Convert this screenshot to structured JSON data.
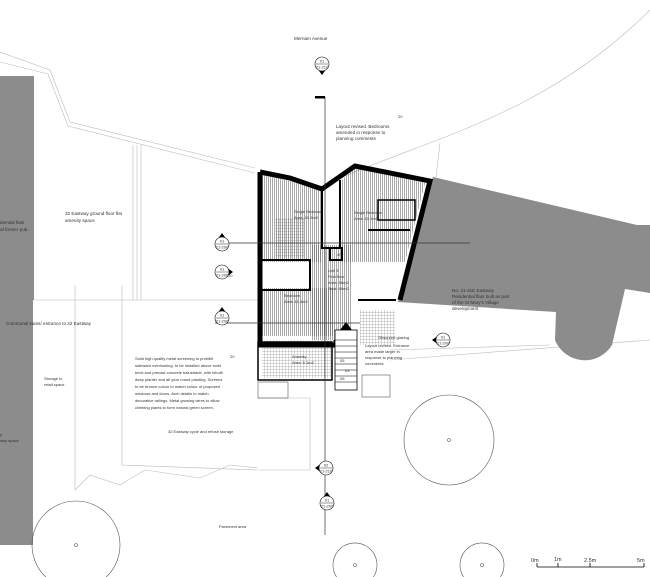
{
  "colors": {
    "neighbour_building": "#8c8c8c",
    "walls": "#000000",
    "linework": "#555555"
  },
  "labels": {
    "road": "Merriam Avenue",
    "layout_note_top": [
      "Layout revised. Bedrooms",
      "amended in response to",
      "planning comments"
    ],
    "amenity_left": [
      "32 Eastway ground floor flat",
      "amenity space"
    ],
    "left_flats": [
      "idential flats",
      "of former pub."
    ],
    "communal": "Communal stairs/ entrance to 32 Eastway",
    "neighbour": [
      "No. 21-31E Eastway",
      "Residential flats built as part",
      "of the St Mary's Village",
      "development"
    ],
    "bedroom_1": [
      "Single Bedroom",
      "Area: 10.3m2"
    ],
    "bedroom_2": [
      "Single Bedroom",
      "Area: 10.1m2"
    ],
    "unit": [
      "Unit 3",
      "First floor",
      "Area: 56m2",
      "Total: 66m2"
    ],
    "bedroom_3": [
      "Bedroom",
      "Area: 11.4m2"
    ],
    "amenity": [
      "Amenity",
      "Area: 5.1m2"
    ],
    "obscured": "Obscured glazing",
    "entrance_note": [
      "Layout revised. Entrance",
      "area made larger in",
      "response to planning",
      "comments"
    ],
    "screening_note": [
      "Solid high quality metal screening to prohibit",
      "sideward overlooking, to be installed above solid",
      "brick and precast concrete balustrade, with inbuilt",
      "deep planter and all year round planting. Screens",
      "to be bronze colour to match colour of proposed",
      "windows and doors. Arch details to match",
      "decorative railings. Metal growing wires to allow",
      "climbing plants to form natural green screen."
    ],
    "cycle": "32 Eastway cycle and refuse storage",
    "storage": [
      "Storage to",
      "retail space"
    ],
    "left_lower": [
      "y",
      "way space"
    ],
    "pavement": "Pavement area",
    "tags": {
      "a": "20",
      "b": "20",
      "c": "20",
      "d": "40",
      "e": "05",
      "f": "06",
      "g": "03"
    }
  },
  "section_markers": [
    {
      "num": "01",
      "ref": "21-210",
      "dir": "down"
    },
    {
      "num": "01",
      "ref": "21-200",
      "dir": "up"
    },
    {
      "num": "01",
      "ref": "21-200",
      "dir": "right"
    },
    {
      "num": "01",
      "ref": "21-200",
      "dir": "up"
    },
    {
      "num": "01",
      "ref": "21-200",
      "dir": "left"
    },
    {
      "num": "02",
      "ref": "21-210",
      "dir": "left"
    },
    {
      "num": "01",
      "ref": "21-200",
      "dir": "up"
    }
  ],
  "scale_bar": {
    "ticks": [
      "0m",
      "1m",
      "2.5m",
      "5m"
    ]
  }
}
